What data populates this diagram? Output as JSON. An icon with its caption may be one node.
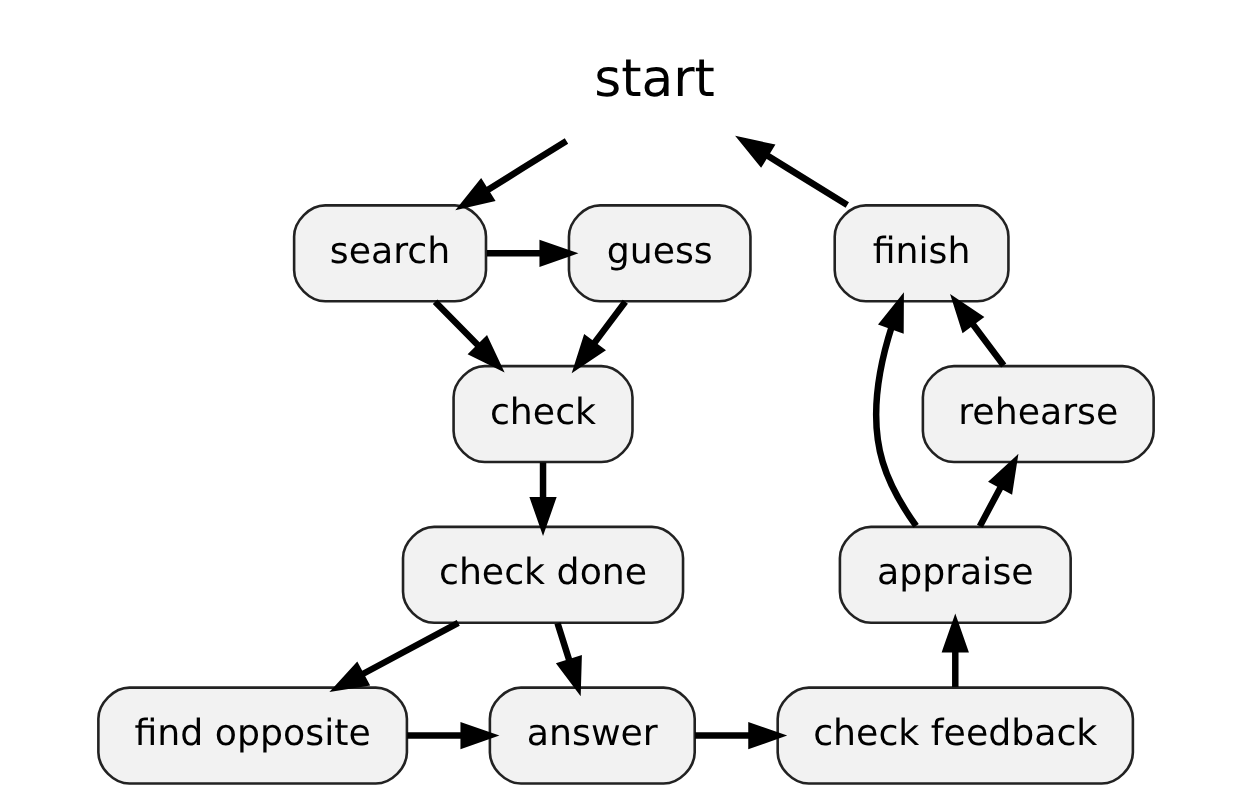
{
  "diagram": {
    "nodes": [
      {
        "text": [
          "start"
        ]
      },
      {
        "text": [
          "guess"
        ]
      },
      {
        "text": [
          "search"
        ]
      },
      {
        "text": [
          "check"
        ]
      },
      {
        "text": [
          "check done"
        ]
      },
      {
        "text": [
          "find opposite"
        ]
      },
      {
        "text": [
          "answer"
        ]
      },
      {
        "text": [
          "check feedback"
        ]
      },
      {
        "text": [
          "appraise"
        ]
      },
      {
        "text": [
          "rehearse"
        ]
      },
      {
        "text": [
          "finish"
        ]
      }
    ],
    "edges": [
      {
        "from": 0,
        "to": 2,
        "arrow": "to"
      },
      {
        "from": 2,
        "to": 1,
        "arrow": "to"
      },
      {
        "from": 1,
        "to": 3,
        "arrow": "to"
      },
      {
        "from": 2,
        "to": 3,
        "arrow": "to"
      },
      {
        "from": 3,
        "to": 4,
        "arrow": "to"
      },
      {
        "from": 4,
        "to": 5,
        "arrow": "to"
      },
      {
        "from": 4,
        "to": 6,
        "arrow": "to"
      },
      {
        "from": 5,
        "to": 6,
        "arrow": "to"
      },
      {
        "from": 6,
        "to": 7,
        "arrow": "to"
      },
      {
        "from": 7,
        "to": 8,
        "arrow": "to"
      },
      {
        "from": 8,
        "to": 10,
        "arrow": "to"
      },
      {
        "from": 8,
        "to": 9,
        "arrow": "to"
      },
      {
        "from": 9,
        "to": 10,
        "arrow": "to"
      },
      {
        "from": 10,
        "to": 0,
        "arrow": "to"
      }
    ]
  }
}
